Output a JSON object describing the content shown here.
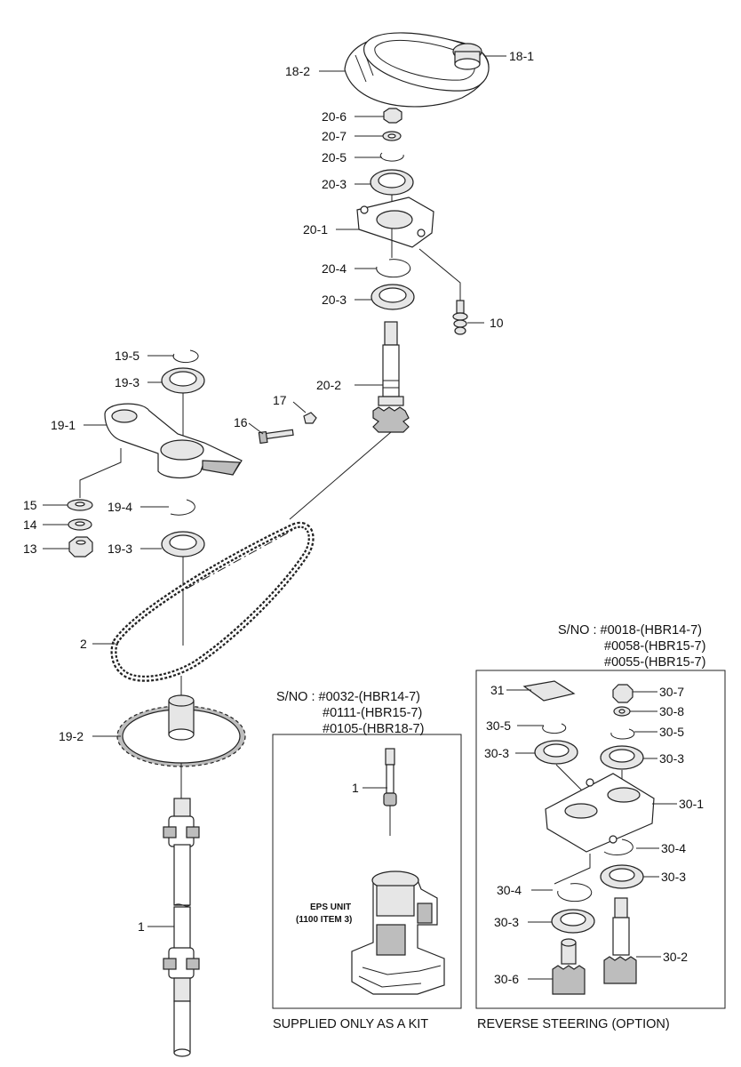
{
  "labels": {
    "l18_1": "18-1",
    "l18_2": "18-2",
    "l20_6": "20-6",
    "l20_7": "20-7",
    "l20_5": "20-5",
    "l20_3a": "20-3",
    "l20_1": "20-1",
    "l20_4": "20-4",
    "l20_3b": "20-3",
    "l10": "10",
    "l20_2": "20-2",
    "l19_5": "19-5",
    "l19_3a": "19-3",
    "l17": "17",
    "l16": "16",
    "l19_1": "19-1",
    "l15": "15",
    "l19_4": "19-4",
    "l14": "14",
    "l13": "13",
    "l19_3b": "19-3",
    "l2": "2",
    "l19_2": "19-2",
    "l1": "1",
    "l1kit": "1",
    "l31": "31",
    "l30_7": "30-7",
    "l30_8": "30-8",
    "l30_5a": "30-5",
    "l30_5b": "30-5",
    "l30_3a": "30-3",
    "l30_3b": "30-3",
    "l30_1": "30-1",
    "l30_4a": "30-4",
    "l30_3c": "30-3",
    "l30_4b": "30-4",
    "l30_3d": "30-3",
    "l30_2": "30-2",
    "l30_6": "30-6"
  },
  "kit_box": {
    "sno_1": "S/NO : #0032-(HBR14-7)",
    "sno_2": "#0111-(HBR15-7)",
    "sno_3": "#0105-(HBR18-7)",
    "eps_line1": "EPS UNIT",
    "eps_line2": "(1100 ITEM 3)",
    "caption": "SUPPLIED ONLY AS A KIT"
  },
  "reverse_box": {
    "sno_1": "S/NO : #0018-(HBR14-7)",
    "sno_2": "#0058-(HBR15-7)",
    "sno_3": "#0055-(HBR15-7)",
    "caption": "REVERSE STEERING (OPTION)"
  }
}
